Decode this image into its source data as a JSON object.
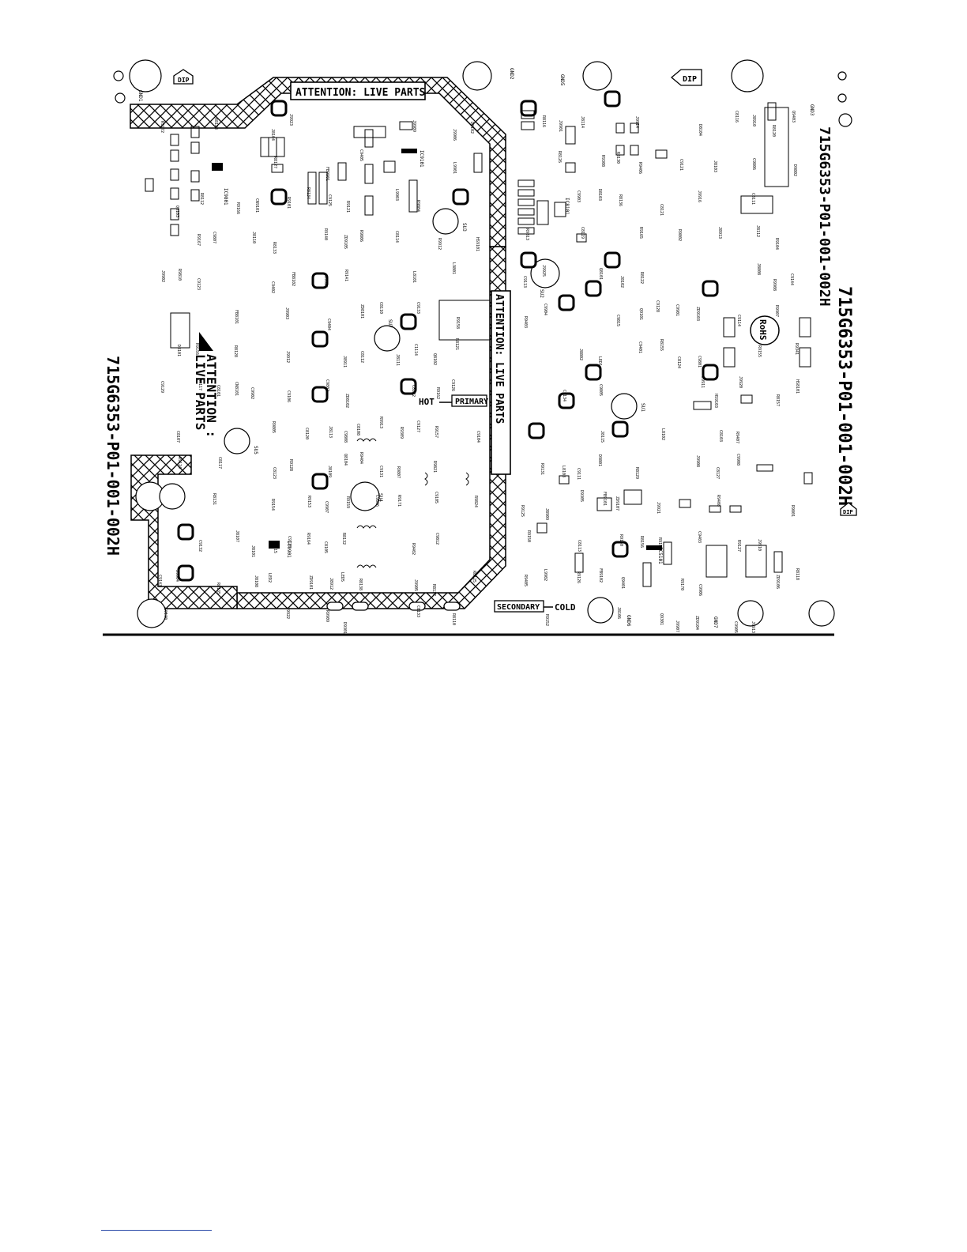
{
  "document": {
    "board_id": "715G6353-P01-001-002H",
    "warnings": {
      "live_parts_box": "ATTENTION: LIVE PARTS",
      "live_parts_vertical": "ATTENTION: LIVE PARTS",
      "attention_word": "ATTENTION :",
      "live_parts_word": "LIVE PARTS"
    },
    "zones": {
      "hot": "HOT",
      "primary": "PRIMARY",
      "secondary": "SECONDARY",
      "cold": "COLD"
    },
    "marks": {
      "rohs": "RoHS",
      "dip": "DIP",
      "dip_right": "DIP"
    },
    "colors": {
      "ink": "#000000",
      "paper": "#ffffff",
      "footer_rule": "#2a4aa8"
    },
    "ground_labels": [
      "GND1",
      "GND2",
      "GND3",
      "GND5",
      "GND6",
      "GND7"
    ],
    "ic_labels": [
      "IC9801",
      "IC9901",
      "IC9101",
      "IC8101",
      "IC5101"
    ],
    "screw_labels": [
      "SU1",
      "SU2",
      "SU3",
      "SU4",
      "SU5",
      "SU7"
    ],
    "part_labels": [
      "R9813",
      "C9806",
      "C9805",
      "R9805",
      "C9812",
      "R9806",
      "R9804",
      "R9807",
      "R9824",
      "C9402",
      "C9806",
      "R9810",
      "R9801",
      "R9802",
      "C9807",
      "C9801",
      "C9808",
      "R9821",
      "D9801",
      "D9802",
      "FB9101",
      "FB9102",
      "C9815",
      "C9802",
      "L9801",
      "C9104",
      "C9105",
      "R9104",
      "R9912",
      "R9101",
      "R9913",
      "C9901",
      "C9902",
      "C9903",
      "C9904",
      "C9905",
      "C9906",
      "C9907",
      "C9908",
      "J9901",
      "J9902",
      "J9903",
      "J9904",
      "J9905",
      "J9906",
      "J9907",
      "J9908",
      "J9909",
      "J9910",
      "J9911",
      "J9912",
      "J9913",
      "J9914",
      "J9915",
      "J9916",
      "J9920",
      "J9921",
      "J9922",
      "J9923",
      "J9924",
      "J9925",
      "L9901",
      "L9902",
      "L9903",
      "R9907",
      "R9908",
      "R9909",
      "FB9901",
      "HS9101",
      "HS9103",
      "Q9101",
      "Q9301",
      "Q9401",
      "Q9403",
      "ZD9101",
      "ZD9103",
      "ZD9104",
      "ZD9105",
      "ZD9106",
      "ZD9107",
      "C9106",
      "C9111",
      "C9121",
      "C9133",
      "C9134",
      "C9143",
      "C9144",
      "R9121",
      "R9124",
      "R9125",
      "R9126",
      "R9127",
      "R9128",
      "R9131",
      "R9140",
      "R9141",
      "R9150",
      "R9151",
      "R9152",
      "R9153",
      "R9154",
      "R9155",
      "R9156",
      "R9157",
      "R9158",
      "R9159",
      "R9160",
      "R9162",
      "R9164",
      "R9165",
      "R9166",
      "R9167",
      "R9402",
      "R9403",
      "R9404",
      "R9405",
      "R9406",
      "R9407",
      "R9408",
      "R9308",
      "R9309",
      "R9341",
      "C9401",
      "C9403",
      "C9404",
      "C9405",
      "D9301",
      "D9305",
      "L8101",
      "L8102",
      "L8103",
      "D8101",
      "D8102",
      "D8103",
      "D8104",
      "C8101",
      "C8102",
      "C8103",
      "C8105",
      "C8107",
      "C8108",
      "C8110",
      "C8111",
      "C8112",
      "C8113",
      "C8114",
      "C8116",
      "C8117",
      "C8119",
      "C8120",
      "C8121",
      "C8123",
      "C8124",
      "C8133",
      "C8127",
      "R8110",
      "R8112",
      "R8116",
      "R8117",
      "R8118",
      "R8120",
      "R8121",
      "R8122",
      "R8123",
      "R8125",
      "R8126",
      "R8127",
      "R8128",
      "R8129",
      "R8130",
      "R8131",
      "R8132",
      "R8133",
      "R8134",
      "R8135",
      "R8136",
      "R8137",
      "R8138",
      "R8155",
      "R8156",
      "R8157",
      "Q8101",
      "Q8102",
      "Q8103",
      "Q8104",
      "ZD8101",
      "ZD8102",
      "J8101",
      "J8102",
      "J8103",
      "J8104",
      "J8106",
      "J8107",
      "J8108",
      "J8109",
      "J8110",
      "J8111",
      "J8112",
      "J8113",
      "J8114",
      "J8115",
      "J8802",
      "J8808",
      "J8909",
      "J8910",
      "J8911",
      "J8912",
      "J8913",
      "FB8101",
      "FB8102",
      "CN8101",
      "CN9101",
      "HS8101",
      "LED1",
      "LED2",
      "LED5",
      "C1114",
      "C9113",
      "C9114",
      "C9120",
      "C9123",
      "C9125",
      "C9126",
      "C9127",
      "C9128",
      "C9129",
      "C9130",
      "C9131",
      "C9132",
      "R9170",
      "R9171",
      "R9172"
    ]
  }
}
